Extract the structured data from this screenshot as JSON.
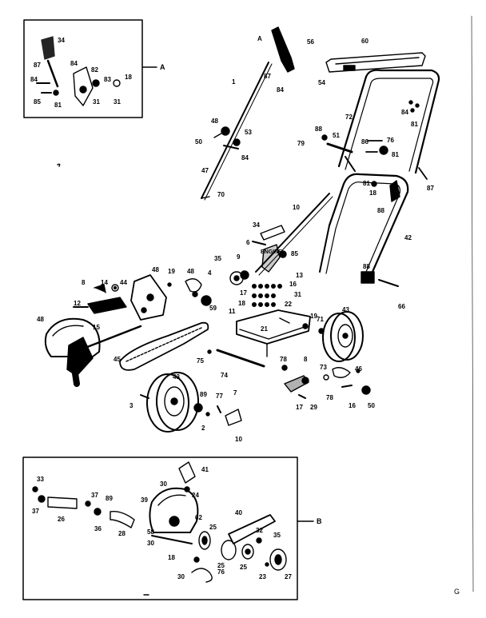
{
  "diagram": {
    "box_labels": {
      "a": "A",
      "b": "B"
    },
    "engine_label": "ENGINE",
    "stamp": "G",
    "labels": {
      "l34a": "34",
      "l87a": "87",
      "l84a": "84",
      "l82": "82",
      "l84b": "84",
      "l18a": "18",
      "l85": "85",
      "l81a": "81",
      "l83": "83",
      "l31a": "31",
      "l31b": "31",
      "lA1": "A",
      "l56a": "56",
      "l87b": "87",
      "l84c": "84",
      "l1": "1",
      "l60": "60",
      "l54": "54",
      "l72": "72",
      "l48a": "48",
      "l50a": "50",
      "l53": "53",
      "l84d": "84",
      "l84e": "84",
      "l81b": "81",
      "l88a": "88",
      "l51": "51",
      "l79": "79",
      "l86": "86",
      "l81c": "81",
      "l76a": "76",
      "l47": "47",
      "l70": "70",
      "l81d": "81",
      "l18b": "18",
      "l87c": "87",
      "l88b": "88",
      "l10a": "10",
      "l42": "42",
      "l34b": "34",
      "l6": "6",
      "l85b": "85",
      "l35": "35",
      "l9a": "9",
      "l4": "4",
      "lENG13": "13",
      "l16a": "16",
      "l31c": "31",
      "l17a": "17",
      "l22": "22",
      "l18c": "18",
      "l66": "66",
      "l88c": "88",
      "l8a": "8",
      "l14": "14",
      "l44": "44",
      "l48b": "48",
      "l19": "19",
      "l48c": "48",
      "l12": "12",
      "l59": "59",
      "l15": "15",
      "l11": "11",
      "l19b": "19",
      "l71": "71",
      "l43a": "43",
      "l48d": "48",
      "l21": "21",
      "l45": "45",
      "l75": "75",
      "l74": "74",
      "l78a": "78",
      "l8b": "8",
      "l73": "73",
      "l46": "46",
      "l78b": "78",
      "l16b": "16",
      "l50b": "50",
      "l43b": "43",
      "l3": "3",
      "l89": "89",
      "l77": "77",
      "l7": "7",
      "l2": "2",
      "l17b": "17",
      "l29": "29",
      "l10b": "10",
      "l33": "33",
      "l37a": "37",
      "l26": "26",
      "l37b": "37",
      "l89b": "89",
      "l36": "36",
      "l28": "28",
      "l41": "41",
      "l30a": "30",
      "l24": "24",
      "l39": "39",
      "l62": "62",
      "l58": "58",
      "l30b": "30",
      "l18d": "18",
      "l25a": "25",
      "l40": "40",
      "l32": "32",
      "l35b": "35",
      "l25b": "25",
      "l25c": "25",
      "l23": "23",
      "l27": "27",
      "l30c": "30",
      "l76b": "76"
    }
  }
}
